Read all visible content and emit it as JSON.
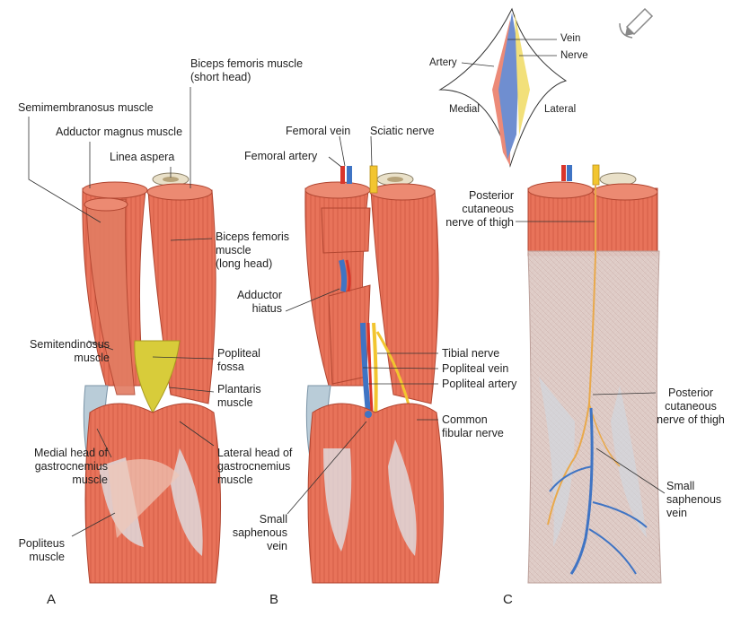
{
  "panels": [
    "A",
    "B",
    "C"
  ],
  "panel_a": {
    "semimembranosus": "Semimembranosus muscle",
    "adductor_magnus": "Adductor magnus muscle",
    "linea_aspera": "Linea aspera",
    "biceps_short_1": "Biceps femoris muscle",
    "biceps_short_2": "(short head)",
    "biceps_long_1": "Biceps femoris",
    "biceps_long_2": "muscle",
    "biceps_long_3": "(long head)",
    "semitendinosus_1": "Semitendinosus",
    "semitendinosus_2": "muscle",
    "popliteal_fossa_1": "Popliteal",
    "popliteal_fossa_2": "fossa",
    "plantaris_1": "Plantaris",
    "plantaris_2": "muscle",
    "medial_head_1": "Medial head of",
    "medial_head_2": "gastrocnemius",
    "medial_head_3": "muscle",
    "lateral_head_1": "Lateral head of",
    "lateral_head_2": "gastrocnemius",
    "lateral_head_3": "muscle",
    "popliteus_1": "Popliteus",
    "popliteus_2": "muscle"
  },
  "panel_b": {
    "femoral_vein": "Femoral vein",
    "sciatic_nerve": "Sciatic nerve",
    "femoral_artery": "Femoral artery",
    "adductor_hiatus_1": "Adductor",
    "adductor_hiatus_2": "hiatus",
    "tibial_nerve": "Tibial nerve",
    "popliteal_vein": "Popliteal vein",
    "popliteal_artery": "Popliteal artery",
    "common_fibular_1": "Common",
    "common_fibular_2": "fibular nerve",
    "small_saphenous_1": "Small",
    "small_saphenous_2": "saphenous",
    "small_saphenous_3": "vein"
  },
  "panel_c": {
    "post_cut_top_1": "Posterior",
    "post_cut_top_2": "cutaneous",
    "post_cut_top_3": "nerve of thigh",
    "post_cut_bottom_1": "Posterior",
    "post_cut_bottom_2": "cutaneous",
    "post_cut_bottom_3": "nerve of thigh",
    "small_saphenous_1": "Small",
    "small_saphenous_2": "saphenous",
    "small_saphenous_3": "vein"
  },
  "inset": {
    "vein": "Vein",
    "nerve": "Nerve",
    "artery": "Artery",
    "medial": "Medial",
    "lateral": "Lateral"
  },
  "colors": {
    "muscle": "#e8735a",
    "muscle_dark": "#c9503a",
    "tendon": "#b9ccd8",
    "fat": "#d9d03a",
    "artery": "#d9362b",
    "vein": "#3f74c4",
    "nerve": "#f2c530",
    "fascia": "#d8c4c0"
  }
}
